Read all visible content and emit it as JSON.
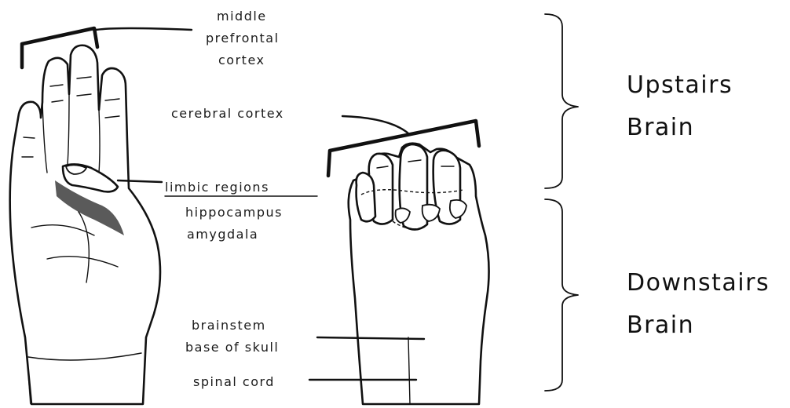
{
  "labels": {
    "middle_prefrontal_cortex": [
      "middle",
      "prefrontal",
      "cortex"
    ],
    "cerebral_cortex": "cerebral cortex",
    "limbic_regions": "limbic regions",
    "hippocampus": "hippocampus",
    "amygdala": "amygdala",
    "brainstem": "brainstem",
    "base_of_skull": "base of skull",
    "spinal_cord": "spinal cord"
  },
  "sections": {
    "upstairs": [
      "Upstairs",
      "Brain"
    ],
    "downstairs": [
      "Downstairs",
      "Brain"
    ]
  },
  "colors": {
    "ink": "#111111",
    "shadow": "#5a5a5a",
    "background": "#ffffff"
  }
}
